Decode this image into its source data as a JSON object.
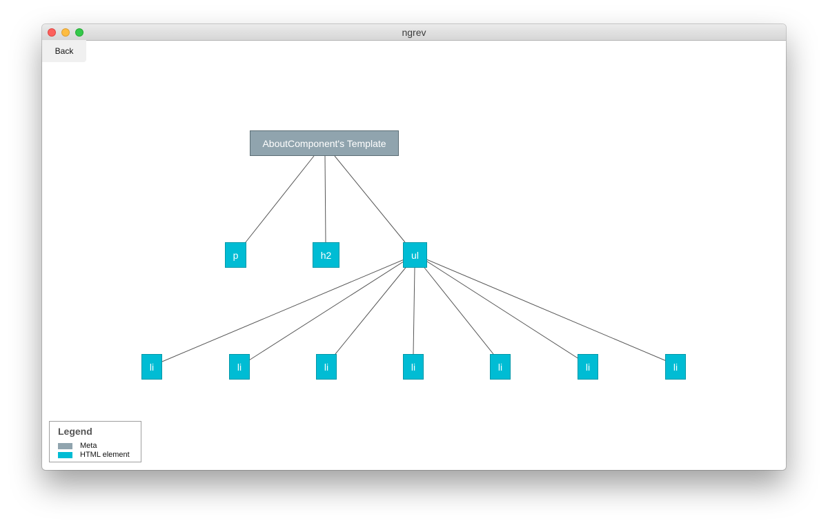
{
  "window": {
    "title": "ngrev"
  },
  "toolbar": {
    "back_label": "Back"
  },
  "diagram": {
    "nodes": {
      "root": "AboutComponent's Template",
      "p": "p",
      "h2": "h2",
      "ul": "ul",
      "li": [
        "li",
        "li",
        "li",
        "li",
        "li",
        "li",
        "li"
      ]
    }
  },
  "legend": {
    "title": "Legend",
    "items": [
      {
        "label": "Meta",
        "color": "#90a4ae"
      },
      {
        "label": "HTML element",
        "color": "#00bcd4"
      }
    ]
  },
  "colors": {
    "meta": "#90a4ae",
    "html_element": "#00bcd4",
    "edge": "#555555"
  }
}
